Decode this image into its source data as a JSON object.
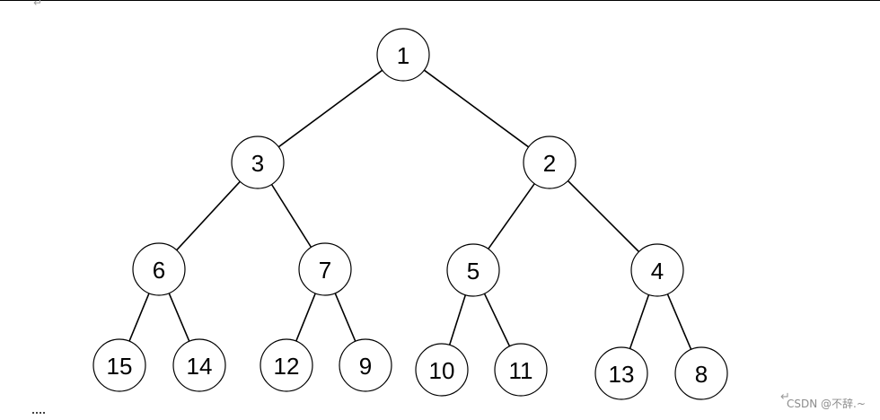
{
  "tree": {
    "nodes": [
      {
        "id": "n1",
        "label": "1"
      },
      {
        "id": "n3",
        "label": "3"
      },
      {
        "id": "n2",
        "label": "2"
      },
      {
        "id": "n6",
        "label": "6"
      },
      {
        "id": "n7",
        "label": "7"
      },
      {
        "id": "n5",
        "label": "5"
      },
      {
        "id": "n4",
        "label": "4"
      },
      {
        "id": "n15",
        "label": "15"
      },
      {
        "id": "n14",
        "label": "14"
      },
      {
        "id": "n12",
        "label": "12"
      },
      {
        "id": "n9",
        "label": "9"
      },
      {
        "id": "n10",
        "label": "10"
      },
      {
        "id": "n11",
        "label": "11"
      },
      {
        "id": "n13",
        "label": "13"
      },
      {
        "id": "n8",
        "label": "8"
      }
    ],
    "edges": [
      [
        "n1",
        "n3"
      ],
      [
        "n1",
        "n2"
      ],
      [
        "n3",
        "n6"
      ],
      [
        "n3",
        "n7"
      ],
      [
        "n2",
        "n5"
      ],
      [
        "n2",
        "n4"
      ],
      [
        "n6",
        "n15"
      ],
      [
        "n6",
        "n14"
      ],
      [
        "n7",
        "n12"
      ],
      [
        "n7",
        "n9"
      ],
      [
        "n5",
        "n10"
      ],
      [
        "n5",
        "n11"
      ],
      [
        "n4",
        "n13"
      ],
      [
        "n4",
        "n8"
      ]
    ]
  },
  "watermark": "CSDN @不辞.~"
}
